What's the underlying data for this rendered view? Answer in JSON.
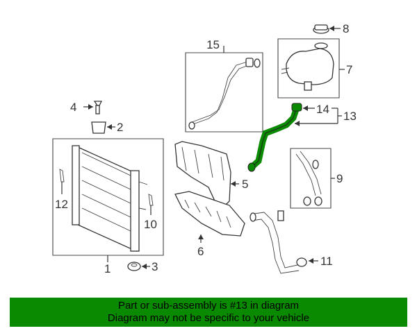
{
  "colors": {
    "highlight": "#0a8a00",
    "banner": "#0a8a00",
    "linework": "#333333"
  },
  "callouts": [
    "1",
    "2",
    "3",
    "4",
    "5",
    "6",
    "7",
    "8",
    "9",
    "10",
    "11",
    "12",
    "13",
    "14",
    "15"
  ],
  "banner": {
    "line1": "Part or sub-assembly is #13 in diagram",
    "line2": "Diagram may not be specific to your vehicle"
  }
}
